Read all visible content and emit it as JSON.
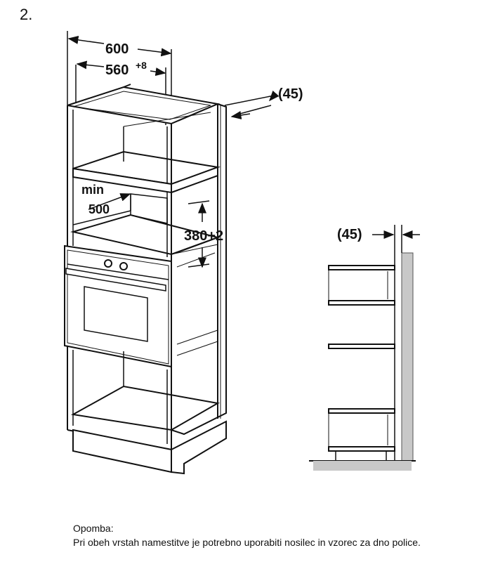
{
  "step_number": "2.",
  "dimensions": {
    "width_outer": "600",
    "width_inner_base": "560",
    "width_inner_tol": "+8",
    "depth_offset_a": "(45)",
    "min_label": "min",
    "min_value": "500",
    "niche_height": "380+2",
    "depth_offset_b": "(45)"
  },
  "note": {
    "title": "Opomba:",
    "text": "Pri obeh vrstah namestitve je potrebno uporabiti nosilec in vzorec za dno police."
  }
}
